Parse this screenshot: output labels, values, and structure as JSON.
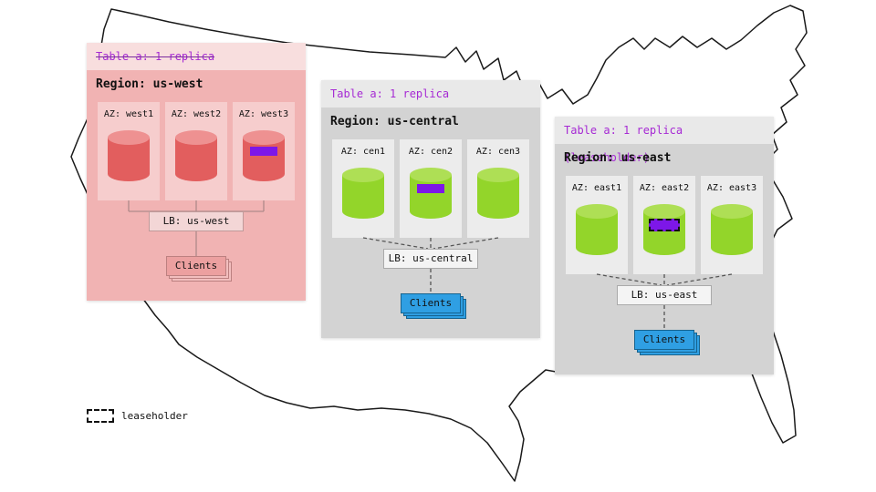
{
  "legend": {
    "label": "leaseholder"
  },
  "regions": [
    {
      "name": "us-west",
      "table_label": "Table a: 1 replica",
      "table_struck": true,
      "region_label": "Region: us-west",
      "azs": [
        {
          "label": "AZ: west1",
          "replica": false,
          "leaseholder": false
        },
        {
          "label": "AZ: west2",
          "replica": false,
          "leaseholder": false
        },
        {
          "label": "AZ: west3",
          "replica": true,
          "leaseholder": false
        }
      ],
      "lb_label": "LB: us-west",
      "clients_label": "Clients"
    },
    {
      "name": "us-central",
      "table_label": "Table a: 1 replica",
      "table_struck": false,
      "region_label": "Region: us-central",
      "azs": [
        {
          "label": "AZ: cen1",
          "replica": false,
          "leaseholder": false
        },
        {
          "label": "AZ: cen2",
          "replica": true,
          "leaseholder": false
        },
        {
          "label": "AZ: cen3",
          "replica": false,
          "leaseholder": false
        }
      ],
      "lb_label": "LB: us-central",
      "clients_label": "Clients"
    },
    {
      "name": "us-east",
      "table_label": "Table a: 1 replica (leaseholder)",
      "table_struck": false,
      "region_label": "Region: us-east",
      "azs": [
        {
          "label": "AZ: east1",
          "replica": false,
          "leaseholder": false
        },
        {
          "label": "AZ: east2",
          "replica": true,
          "leaseholder": true
        },
        {
          "label": "AZ: east3",
          "replica": false,
          "leaseholder": false
        }
      ],
      "lb_label": "LB: us-east",
      "clients_label": "Clients"
    }
  ],
  "colors": {
    "west_panel": "#f1b3b3",
    "west_header": "#f8dede",
    "west_cylinder": "#e25e5e",
    "gray_panel": "#d3d3d3",
    "gray_header": "#e9e9e9",
    "green_cylinder": "#93d52a",
    "replica_marker": "#7d17e8",
    "table_label_text": "#a62ad4",
    "clients_blue": "#2f9fe3",
    "clients_pink": "#eca0a0"
  }
}
